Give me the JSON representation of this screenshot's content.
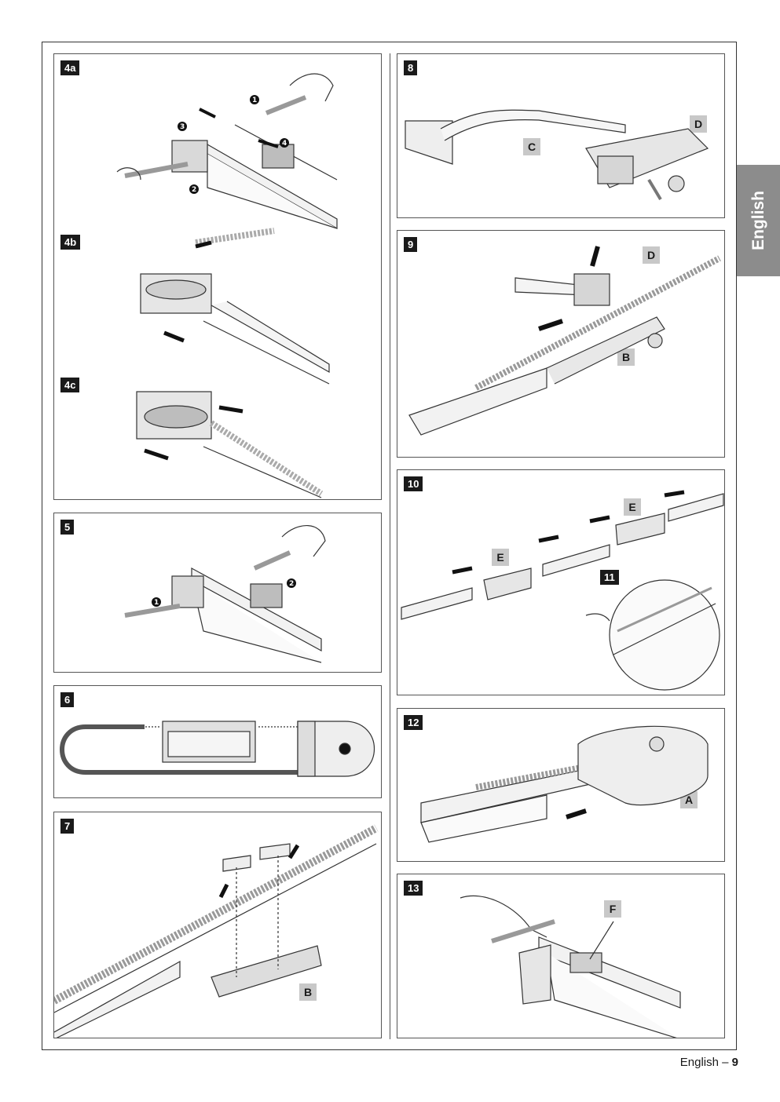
{
  "sidebar_tab": "English",
  "footer": {
    "text": "English – ",
    "page": "9"
  },
  "panels": {
    "p4a": {
      "num": "4a",
      "steps": [
        "1",
        "2",
        "3",
        "4"
      ]
    },
    "p4b": {
      "num": "4b"
    },
    "p4c": {
      "num": "4c"
    },
    "p5": {
      "num": "5",
      "steps": [
        "1",
        "2"
      ]
    },
    "p6": {
      "num": "6"
    },
    "p7": {
      "num": "7",
      "letter": "B"
    },
    "p8": {
      "num": "8",
      "letters": [
        "C",
        "D"
      ]
    },
    "p9": {
      "num": "9",
      "letters": [
        "D",
        "B"
      ]
    },
    "p10": {
      "num": "10",
      "sub": "11",
      "letters": [
        "E",
        "E"
      ]
    },
    "p12": {
      "num": "12",
      "letter": "A"
    },
    "p13": {
      "num": "13",
      "letter": "F"
    }
  }
}
